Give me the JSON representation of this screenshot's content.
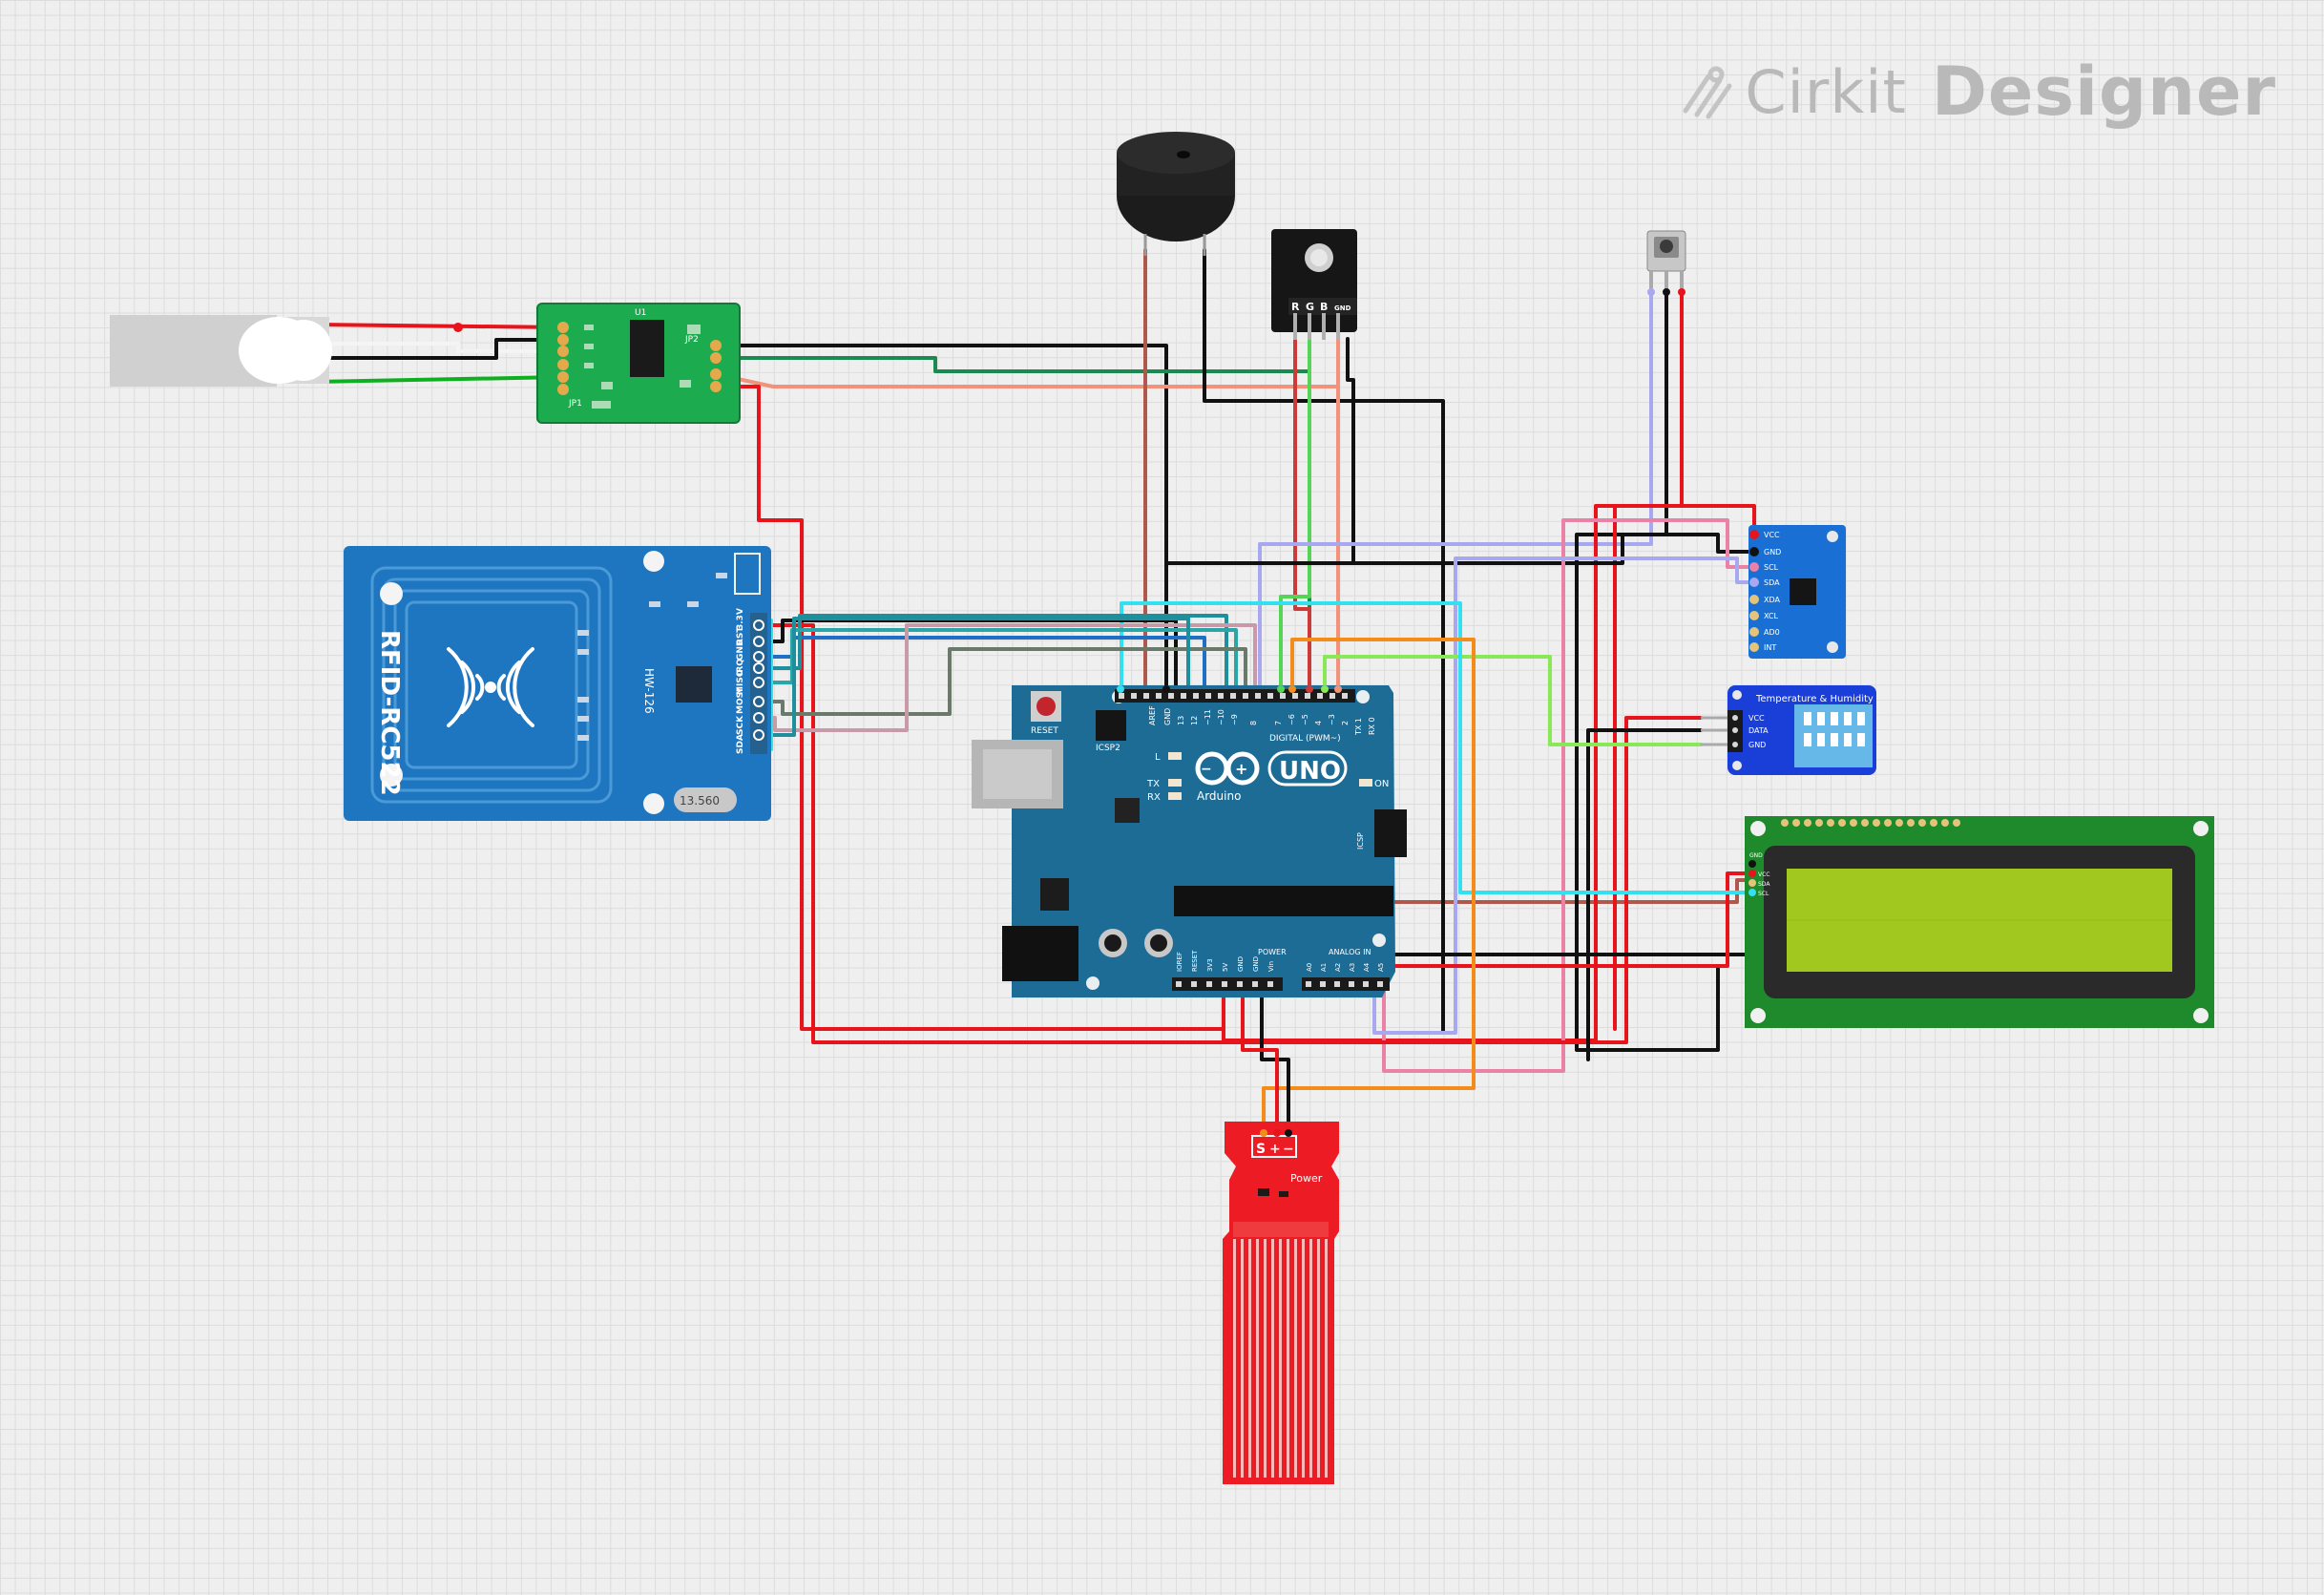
{
  "app": {
    "brand": "Cirkit",
    "product": "Designer"
  },
  "components": {
    "rfid": {
      "title": "RFID-RC522",
      "model": "HW-126",
      "pins": [
        "SDA",
        "SCK",
        "MOSI",
        "MISO",
        "IRQ",
        "GND",
        "RST",
        "3.3V"
      ],
      "crystal": "13.560"
    },
    "hx711": {
      "jp1": "JP1",
      "jp2": "JP2",
      "u1": "U1"
    },
    "arduino": {
      "board": "UNO",
      "brand": "Arduino",
      "reset": "RESET",
      "icsp2": "ICSP2",
      "icsp": "ICSP",
      "digital": "DIGITAL (PWM~)",
      "analog": "ANALOG IN",
      "power": "POWER",
      "led_l": "L",
      "led_tx": "TX",
      "led_rx": "RX",
      "led_on": "ON",
      "aref": "AREF",
      "gnd": "GND",
      "digital_pins": [
        "13",
        "12",
        "~11",
        "~10",
        "~9",
        "8",
        "7",
        "~6",
        "~5",
        "4",
        "~3",
        "2",
        "TX 1",
        "RX 0"
      ],
      "power_pins": [
        "IOREF",
        "RESET",
        "3V3",
        "5V",
        "GND",
        "GND",
        "Vin"
      ],
      "analog_pins": [
        "A0",
        "A1",
        "A2",
        "A3",
        "A4",
        "A5"
      ]
    },
    "rgb": {
      "pins": [
        "R",
        "G",
        "B",
        "GND"
      ]
    },
    "mpu": {
      "pins": [
        "VCC",
        "GND",
        "SCL",
        "SDA",
        "XDA",
        "XCL",
        "AD0",
        "INT"
      ]
    },
    "dht": {
      "title": "Temperature & Humidity",
      "pins": [
        "VCC",
        "DATA",
        "GND"
      ]
    },
    "lcd": {
      "pins": [
        "GND",
        "VCC",
        "SDA",
        "SCL"
      ]
    },
    "water": {
      "label": "Power",
      "pins": [
        "S",
        "+",
        "−"
      ]
    }
  },
  "colors": {
    "red": "#e8141c",
    "black": "#111111",
    "green": "#1a8a50",
    "salmon": "#f2927a",
    "teal": "#1e8f9c",
    "blue": "#1f6fc4",
    "cyan": "#33e0f0",
    "lavender": "#a8a8f0",
    "pink": "#ea82a8",
    "orange": "#f28c1a",
    "lime": "#88e856",
    "brown": "#b0584c",
    "gray": "#6a7a6a",
    "mauve": "#c89aa8",
    "olive": "#7a8a6a"
  }
}
